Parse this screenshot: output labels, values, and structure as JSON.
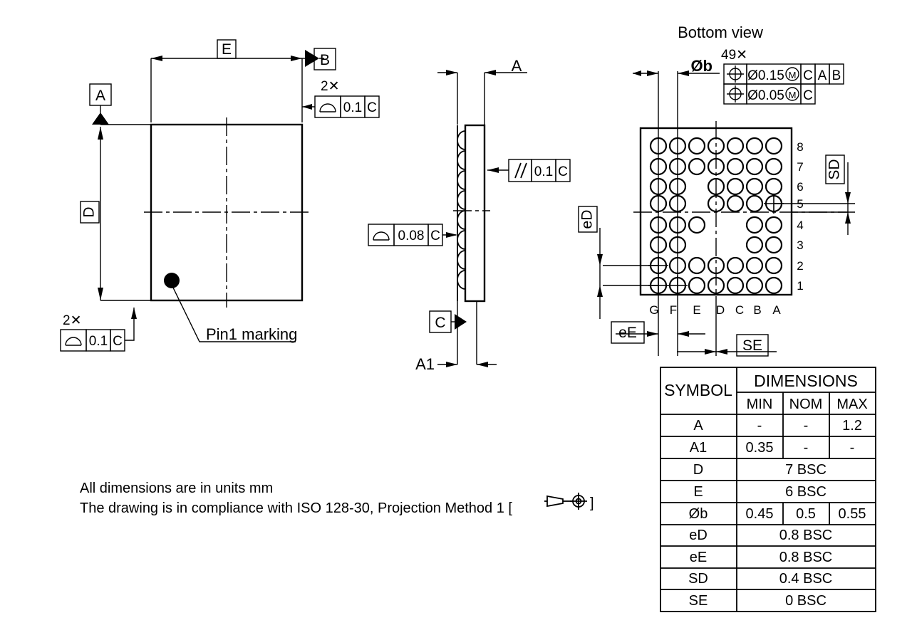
{
  "drawing": {
    "bottom_view_title": "Bottom view",
    "ball_count_note": "49✕",
    "pin1_label": "Pin1 marking",
    "notes": [
      "All dimensions are in units mm",
      "The drawing is in compliance with ISO 128-30, Projection Method 1 ["
    ],
    "notes_tail": "]"
  },
  "datums": {
    "a": "A",
    "b": "B",
    "c": "C"
  },
  "dimension_labels": {
    "E": "E",
    "D": "D",
    "A": "A",
    "A1": "A1",
    "ob": "Øb",
    "eD": "eD",
    "eE": "eE",
    "SD": "SD",
    "SE": "SE"
  },
  "feature_control_frames": {
    "top_profile": {
      "multiplier": "2✕",
      "symbol": "profile-arc",
      "tolerance": "0.1",
      "datum": "C"
    },
    "bottom_profile": {
      "multiplier": "2✕",
      "symbol": "profile-arc",
      "tolerance": "0.1",
      "datum": "C"
    },
    "parallelism": {
      "symbol": "//",
      "tolerance": "0.1",
      "datum": "C"
    },
    "coplanarity": {
      "symbol": "profile-arc",
      "tolerance": "0.08",
      "datum": "C"
    },
    "position_primary": {
      "symbol": "position",
      "tolerance": "Ø0.15",
      "modifier": "M",
      "datums": [
        "C",
        "A",
        "B"
      ]
    },
    "position_secondary": {
      "symbol": "position",
      "tolerance": "Ø0.05",
      "modifier": "M",
      "datums": [
        "C"
      ]
    }
  },
  "ball_grid": {
    "columns": [
      "G",
      "F",
      "E",
      "D",
      "C",
      "B",
      "A"
    ],
    "rows": [
      "8",
      "7",
      "6",
      "5",
      "4",
      "3",
      "2",
      "1"
    ],
    "total_balls": 49,
    "map": [
      {
        "row": "8",
        "present": [
          "G",
          "F",
          "E",
          "D",
          "C",
          "B",
          "A"
        ]
      },
      {
        "row": "7",
        "present": [
          "G",
          "F",
          "E",
          "D",
          "C",
          "B",
          "A"
        ]
      },
      {
        "row": "6",
        "present": [
          "G",
          "F",
          "D",
          "C",
          "B",
          "A"
        ]
      },
      {
        "row": "5",
        "present": [
          "G",
          "F",
          "D",
          "C",
          "B",
          "A"
        ]
      },
      {
        "row": "4",
        "present": [
          "G",
          "F",
          "E",
          "B",
          "A"
        ]
      },
      {
        "row": "3",
        "present": [
          "G",
          "F",
          "B",
          "A"
        ]
      },
      {
        "row": "2",
        "present": [
          "G",
          "F",
          "E",
          "D",
          "C",
          "B",
          "A"
        ]
      },
      {
        "row": "1",
        "present": [
          "G",
          "F",
          "E",
          "D",
          "C",
          "B",
          "A"
        ]
      }
    ]
  },
  "table": {
    "symbol_header": "SYMBOL",
    "dimensions_header": "DIMENSIONS",
    "sub_headers": [
      "MIN",
      "NOM",
      "MAX"
    ],
    "rows": [
      {
        "symbol": "A",
        "min": "-",
        "nom": "-",
        "max": "1.2",
        "span": false
      },
      {
        "symbol": "A1",
        "min": "0.35",
        "nom": "-",
        "max": "-",
        "span": false
      },
      {
        "symbol": "D",
        "value": "7 BSC",
        "span": true
      },
      {
        "symbol": "E",
        "value": "6 BSC",
        "span": true
      },
      {
        "symbol": "Øb",
        "min": "0.45",
        "nom": "0.5",
        "max": "0.55",
        "span": false
      },
      {
        "symbol": "eD",
        "value": "0.8 BSC",
        "span": true
      },
      {
        "symbol": "eE",
        "value": "0.8 BSC",
        "span": true
      },
      {
        "symbol": "SD",
        "value": "0.4 BSC",
        "span": true
      },
      {
        "symbol": "SE",
        "value": "0 BSC",
        "span": true
      }
    ]
  },
  "colors": {
    "line": "#000000",
    "background": "#ffffff"
  }
}
